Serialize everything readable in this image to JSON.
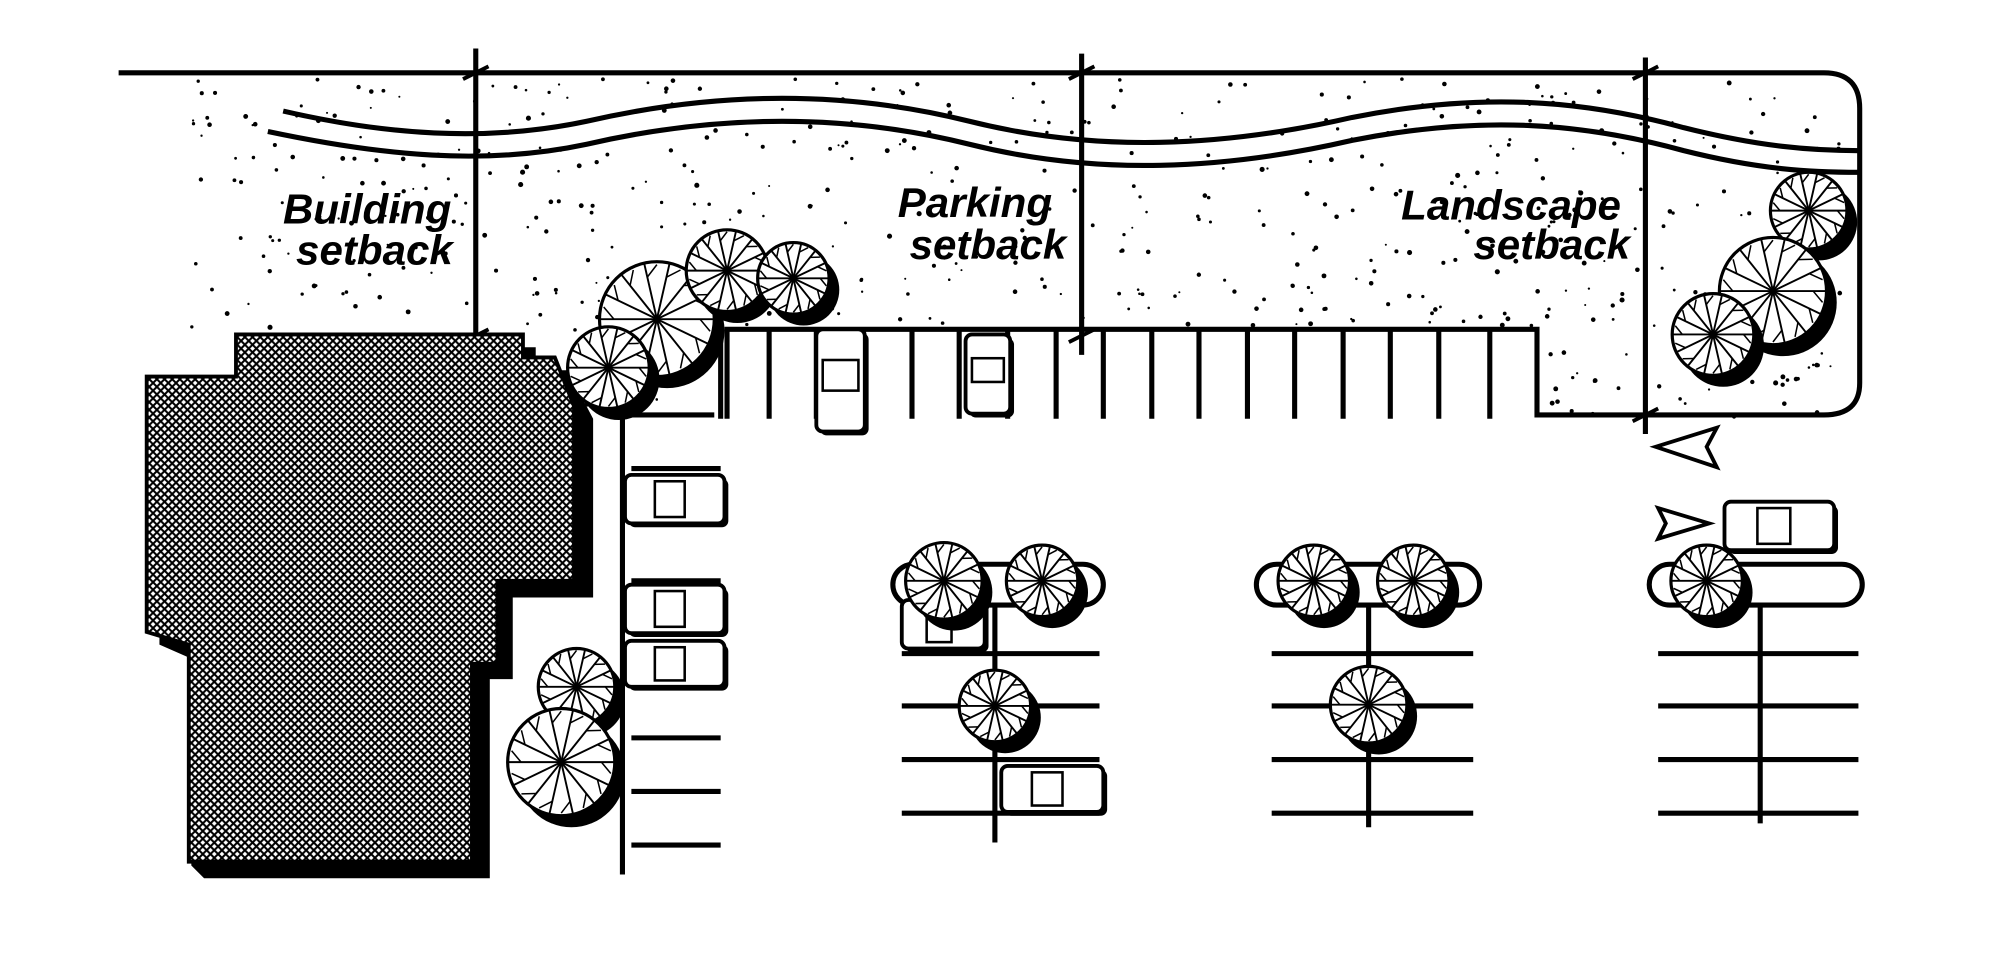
{
  "labels": {
    "building": [
      "Building",
      "setback"
    ],
    "parking": [
      "Parking",
      "setback"
    ],
    "landscape": [
      "Landscape",
      "setback"
    ]
  },
  "colors": {
    "ink": "#000000",
    "paper": "#ffffff"
  }
}
